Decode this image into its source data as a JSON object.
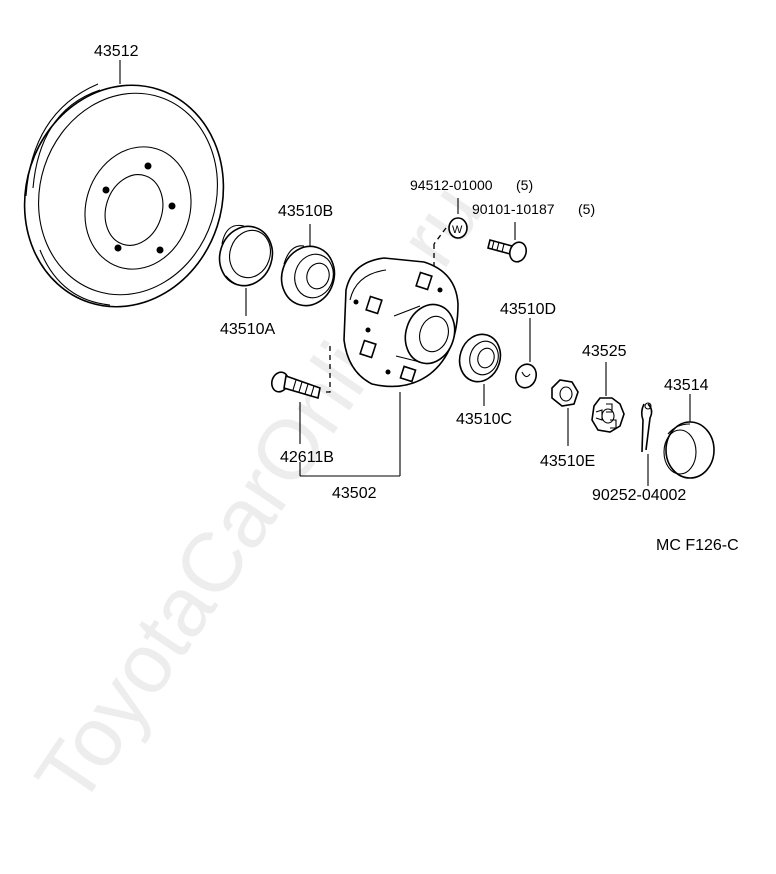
{
  "watermark": "ToyotaCarOnline.ru",
  "diagram_code": "MC F126-C",
  "parts": {
    "rotor": "43512",
    "outer_oil_seal": "43510A",
    "inner_bearing": "43510B",
    "wheel_hub": "43502",
    "hub_bolt": "42611B",
    "outer_bearing": "43510C",
    "thrust_washer": "43510D",
    "nut": "43510E",
    "nut_lock": "43525",
    "grease_cap": "43514",
    "cotter_pin": "90252-04002",
    "washer": "94512-01000",
    "washer_qty": "(5)",
    "bolt": "90101-10187",
    "bolt_qty": "(5)"
  }
}
